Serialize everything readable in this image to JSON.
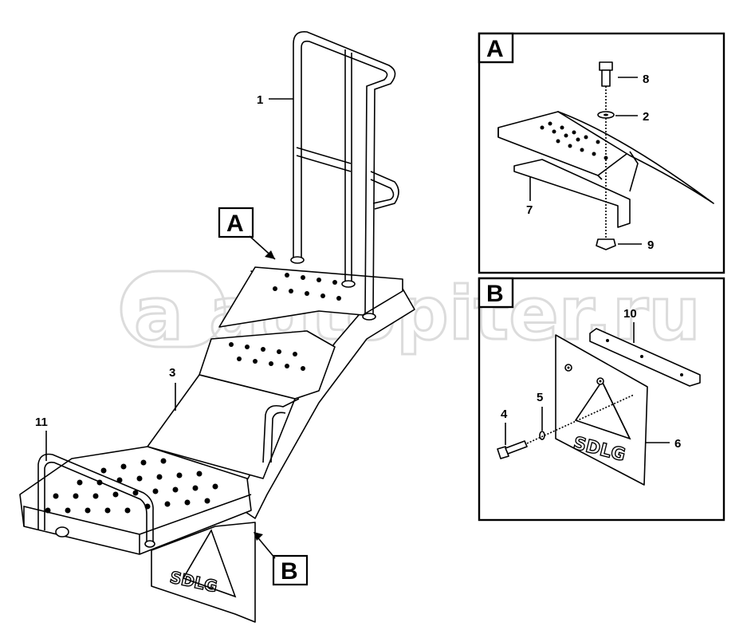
{
  "watermark": "a autopiter.ru",
  "main_view": {
    "views": [
      {
        "id": "A",
        "label": "A"
      },
      {
        "id": "B",
        "label": "B"
      }
    ],
    "callouts": [
      {
        "id": "1",
        "label": "1"
      },
      {
        "id": "3",
        "label": "3"
      },
      {
        "id": "11",
        "label": "11"
      }
    ],
    "logo_text": "SDLG"
  },
  "detail_a": {
    "label": "A",
    "callouts": [
      {
        "id": "8",
        "label": "8"
      },
      {
        "id": "2",
        "label": "2"
      },
      {
        "id": "7",
        "label": "7"
      },
      {
        "id": "9",
        "label": "9"
      }
    ]
  },
  "detail_b": {
    "label": "B",
    "callouts": [
      {
        "id": "10",
        "label": "10"
      },
      {
        "id": "4",
        "label": "4"
      },
      {
        "id": "5",
        "label": "5"
      },
      {
        "id": "6",
        "label": "6"
      }
    ],
    "logo_text": "SDLG"
  },
  "colors": {
    "line": "#000000",
    "background": "#ffffff",
    "watermark": "#dcdcdc"
  }
}
